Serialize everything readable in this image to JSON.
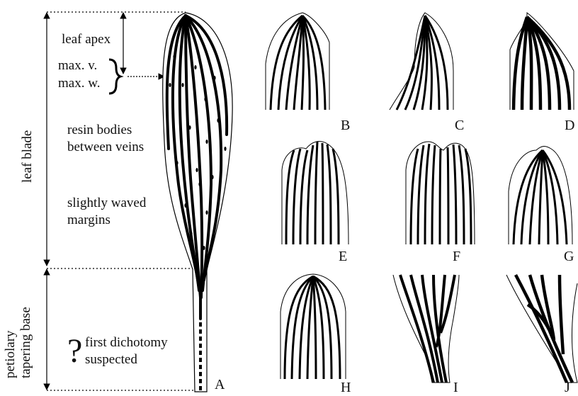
{
  "labels": {
    "leaf_apex": "leaf apex",
    "max_v": "max. v.",
    "max_w": "max. w.",
    "resin_1": "resin bodies",
    "resin_2": "between veins",
    "waved_1": "slightly waved",
    "waved_2": "margins",
    "question": "?",
    "dichotomy_1": "first dichotomy",
    "dichotomy_2": "suspected",
    "leaf_blade": "leaf blade",
    "petiolary_1": "petiolary",
    "petiolary_2": "tapering base"
  },
  "panels": [
    "A",
    "B",
    "C",
    "D",
    "E",
    "F",
    "G",
    "H",
    "I",
    "J"
  ]
}
